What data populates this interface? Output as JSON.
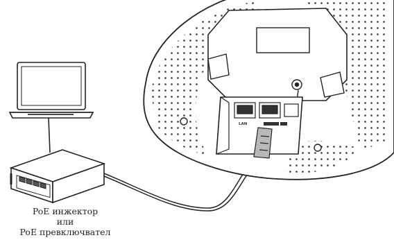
{
  "caption": {
    "line1": "PoE инжектор",
    "line2": "или",
    "line3": "PoE превключвател"
  },
  "device_labels": {
    "lan_port": "LAN"
  },
  "colors": {
    "stroke": "#222222",
    "plug": "#b8b8b8",
    "laptop_screen": "#ffffff"
  }
}
